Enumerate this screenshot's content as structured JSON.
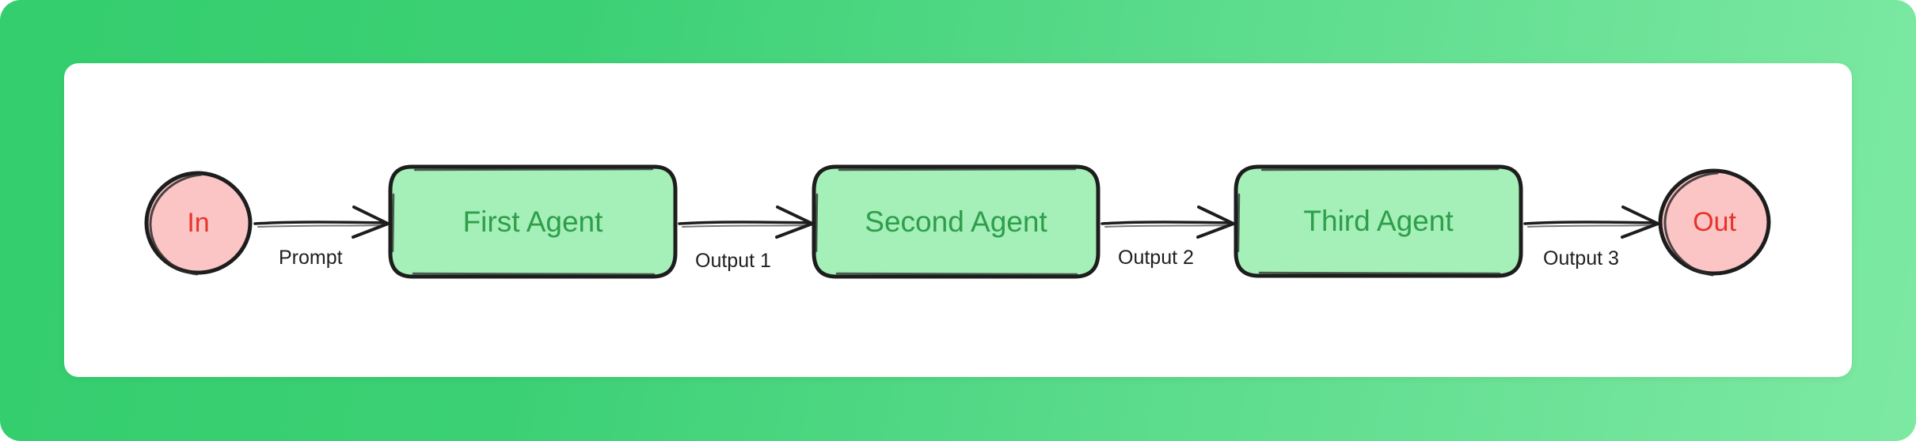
{
  "canvas": {
    "background_gradient_from": "#34ce6e",
    "background_gradient_to": "#7de9a2",
    "card_background": "#ffffff"
  },
  "theme": {
    "terminal_fill": "#fbc5c5",
    "terminal_stroke": "#1d1d1d",
    "terminal_text": "#e8332a",
    "agent_fill": "#a5efb8",
    "agent_stroke": "#1d1d1d",
    "agent_text": "#2e9e4a",
    "edge_stroke": "#1d1d1d",
    "edge_label_text": "#1f1f1f"
  },
  "graph": {
    "type": "flowchart",
    "direction": "left-to-right",
    "nodes": [
      {
        "id": "in",
        "label": "In",
        "shape": "circle",
        "kind": "terminal"
      },
      {
        "id": "a1",
        "label": "First Agent",
        "shape": "rounded-rectangle",
        "kind": "agent"
      },
      {
        "id": "a2",
        "label": "Second Agent",
        "shape": "rounded-rectangle",
        "kind": "agent"
      },
      {
        "id": "a3",
        "label": "Third Agent",
        "shape": "rounded-rectangle",
        "kind": "agent"
      },
      {
        "id": "out",
        "label": "Out",
        "shape": "circle",
        "kind": "terminal"
      }
    ],
    "edges": [
      {
        "id": "e1",
        "from": "in",
        "to": "a1",
        "label": "Prompt"
      },
      {
        "id": "e2",
        "from": "a1",
        "to": "a2",
        "label": "Output 1"
      },
      {
        "id": "e3",
        "from": "a2",
        "to": "a3",
        "label": "Output 2"
      },
      {
        "id": "e4",
        "from": "a3",
        "to": "out",
        "label": "Output 3"
      }
    ]
  }
}
